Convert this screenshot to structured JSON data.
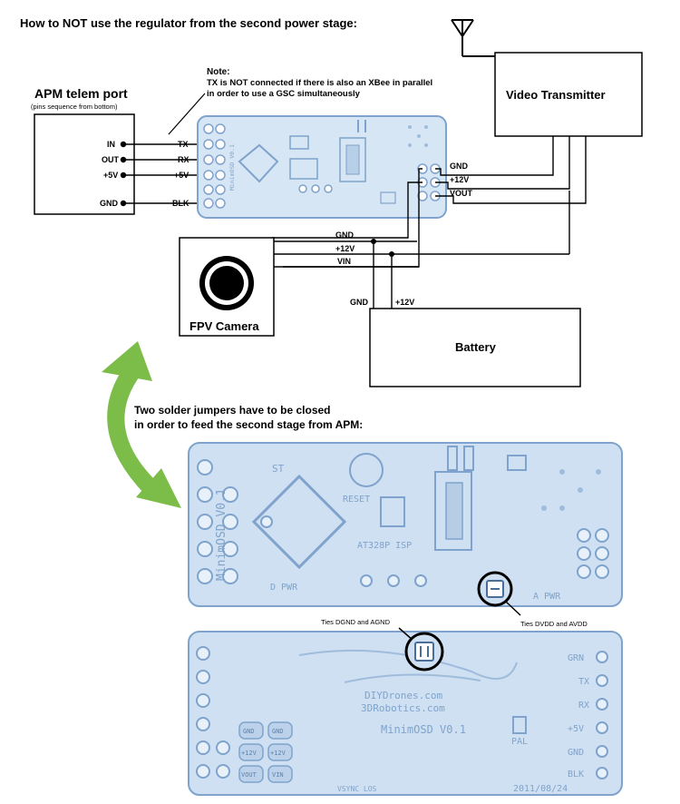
{
  "title": "How to NOT use the regulator from the second power stage:",
  "note": {
    "heading": "Note:",
    "line1": "TX is NOT connected if there is also an XBee in parallel",
    "line2": "in order to use a GSC simultaneously"
  },
  "apm": {
    "title": "APM telem port",
    "subtitle": "(pins sequence from bottom)",
    "pins": [
      "IN",
      "OUT",
      "+5V",
      "GND"
    ]
  },
  "osd_pins": [
    "TX",
    "RX",
    "+5V",
    "BLK"
  ],
  "video_transmitter": {
    "label": "Video Transmitter",
    "pins": [
      "GND",
      "+12V",
      "VOUT"
    ]
  },
  "camera": {
    "label": "FPV Camera"
  },
  "camera_wires": [
    "GND",
    "+12V",
    "VIN"
  ],
  "battery": {
    "label": "Battery",
    "wires": [
      "GND",
      "+12V"
    ]
  },
  "jumper_text": {
    "line1": "Two solder jumpers have to be closed",
    "line2": "in order to feed the second stage from APM:"
  },
  "annotations": {
    "dgnd": "Ties DGND and AGND",
    "dvdd": "Ties DVDD and AVDD"
  },
  "board_top": {
    "minimosd": "MinimOSD V0.1",
    "st": "ST",
    "reset": "RESET",
    "chip": "AT328P ISP",
    "dpwr": "D PWR",
    "apwr": "A PWR"
  },
  "board_bottom": {
    "pins": [
      "GRN",
      "TX",
      "RX",
      "+5V",
      "GND",
      "BLK"
    ],
    "site1": "DIYDrones.com",
    "site2": "3DRobotics.com",
    "minimosd": "MinimOSD V0.1",
    "pal": "PAL",
    "vsync": "VSYNC LOS",
    "date": "2011/08/24",
    "pads": [
      "GND",
      "GND",
      "+12V",
      "+12V",
      "VOUT",
      "VIN"
    ]
  },
  "colors": {
    "ink": "#000000",
    "board_fill": "#cfe0f2",
    "board_line": "#7fa3cc",
    "arrow_green": "#7cbd4a"
  }
}
